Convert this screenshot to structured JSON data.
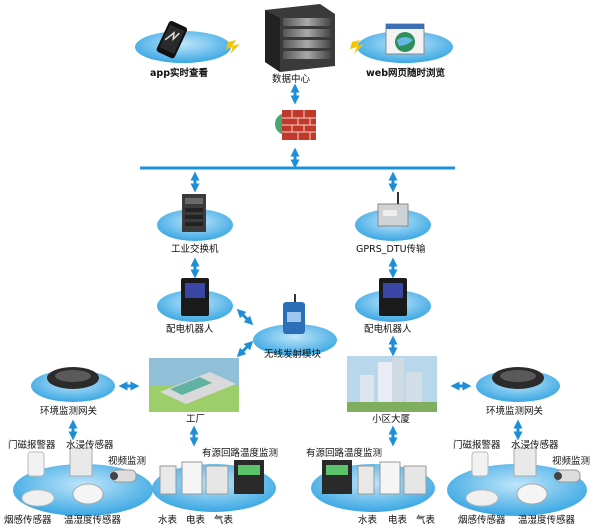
{
  "labels": {
    "app_view": "app实时查看",
    "data_center": "数据中心",
    "web_view": "web网页随时浏览",
    "industrial_switch": "工业交换机",
    "gprs_dtu": "GPRS_DTU传输",
    "robot_left": "配电机器人",
    "robot_right": "配电机器人",
    "wireless_module": "无线发射模块",
    "env_gateway_left": "环境监测网关",
    "env_gateway_right": "环境监测网关",
    "factory": "工厂",
    "residential": "小区大厦",
    "door_alarm_left": "门磁报警器",
    "water_sensor_left": "水浸传感器",
    "video_left": "视频监测",
    "smoke_left": "烟感传感器",
    "temp_hum_left": "温湿度传感器",
    "loop_temp_left": "有源回路温度监测",
    "water_meter_left": "水表",
    "elec_meter_left": "电表",
    "gas_meter_left": "气表",
    "loop_temp_right": "有源回路温度监测",
    "water_meter_right": "水表",
    "elec_meter_right": "电表",
    "gas_meter_right": "气表",
    "door_alarm_right": "门磁报警器",
    "water_sensor_right": "水浸传感器",
    "video_right": "视频监测",
    "smoke_right": "烟感传感器",
    "temp_hum_right": "温湿度传感器"
  },
  "colors": {
    "ellipse": "#4fb3e6",
    "arrow": "#1e8fd6",
    "bus": "#1e90d8",
    "bolt": "#f5c400"
  }
}
